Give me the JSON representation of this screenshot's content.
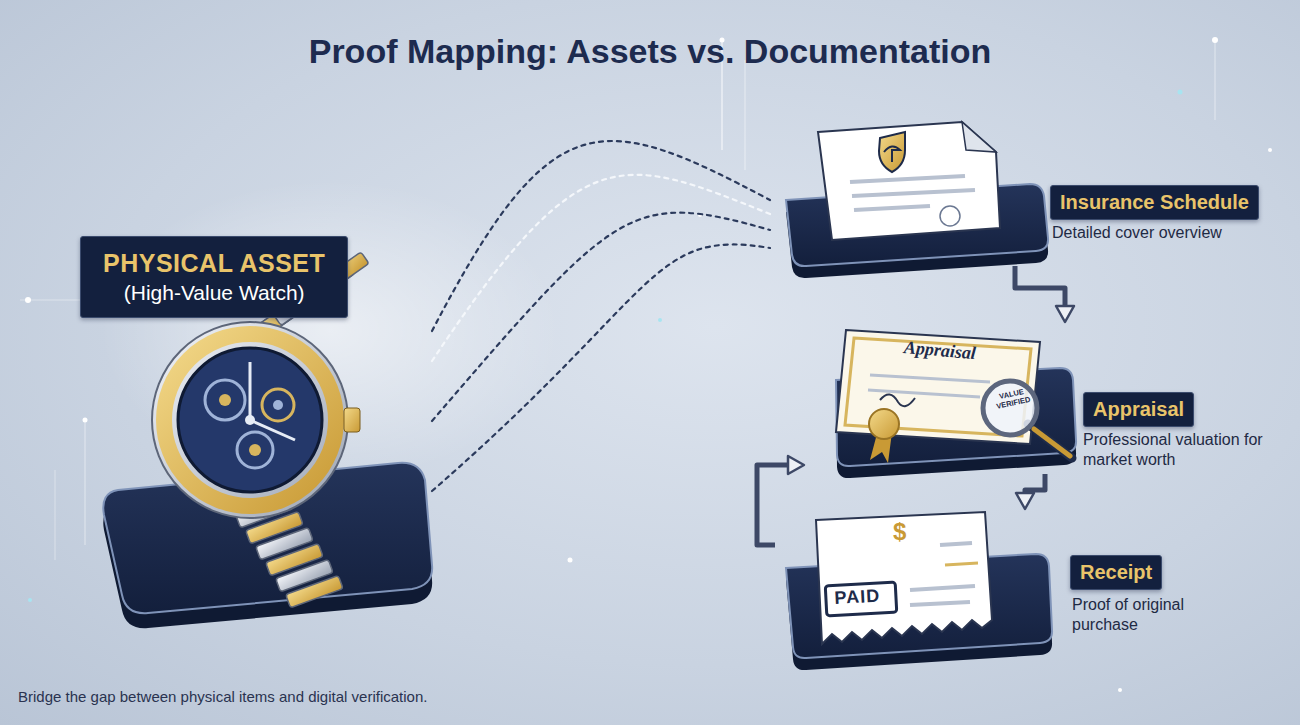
{
  "diagram": {
    "title": "Proof Mapping: Assets vs. Documentation",
    "caption": "Bridge the gap between physical items and digital verification.",
    "nodes": [
      {
        "text": [
          "PHYSICAL ASSET",
          "(High-Value Watch)"
        ]
      },
      {
        "text": [
          "Insurance Schedule",
          "Detailed cover overview"
        ]
      },
      {
        "text": [
          "Appraisal",
          "Professional valuation for market worth"
        ]
      },
      {
        "text": [
          "Receipt",
          "Proof of original purchase"
        ]
      }
    ],
    "edges": [
      {
        "from": 0,
        "to": 1,
        "arrow": "none"
      },
      {
        "from": 0,
        "to": 1,
        "arrow": "none"
      },
      {
        "from": 0,
        "to": 1,
        "arrow": "none"
      },
      {
        "from": 0,
        "to": 1,
        "arrow": "none"
      },
      {
        "from": 1,
        "to": 2,
        "arrow": "to"
      },
      {
        "from": 2,
        "to": 3,
        "arrow": "to"
      },
      {
        "from": 3,
        "to": 2,
        "arrow": "to"
      }
    ],
    "labels": [
      "Appraisal",
      "VALUE VERIFIED",
      "$",
      "PAID"
    ]
  }
}
